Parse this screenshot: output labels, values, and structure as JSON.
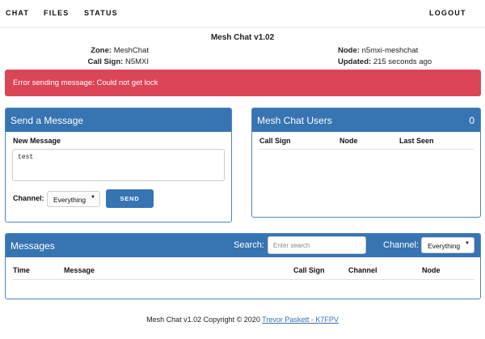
{
  "nav": {
    "chat": "CHAT",
    "files": "FILES",
    "status": "STATUS",
    "logout": "LOGOUT"
  },
  "header": {
    "title": "Mesh Chat v1.02",
    "zone_label": "Zone:",
    "zone_value": "MeshChat",
    "callsign_label": "Call Sign:",
    "callsign_value": "N5MXI",
    "node_label": "Node:",
    "node_value": "n5mxi-meshchat",
    "updated_label": "Updated:",
    "updated_value": "215 seconds ago"
  },
  "alert": {
    "text": "Error sending message: Could not get lock"
  },
  "send_panel": {
    "title": "Send a Message",
    "new_message_label": "New Message",
    "message_value": "test",
    "channel_label": "Channel:",
    "channel_value": "Everything",
    "send_label": "SEND"
  },
  "users_panel": {
    "title": "Mesh Chat Users",
    "count": "0",
    "columns": [
      "Call Sign",
      "Node",
      "Last Seen"
    ]
  },
  "messages_panel": {
    "title": "Messages",
    "search_label": "Search:",
    "search_placeholder": "Enter search",
    "channel_label": "Channel:",
    "channel_value": "Everything",
    "columns": [
      "Time",
      "Message",
      "Call Sign",
      "Channel",
      "Node"
    ]
  },
  "footer": {
    "text": "Mesh Chat v1.02 Copyright © 2020",
    "link": "Trevor Paskett - K7FPV"
  },
  "colors": {
    "primary": "#3674b2",
    "danger": "#dc4556"
  },
  "icons": {
    "select_caret": "caret-down-icon"
  }
}
